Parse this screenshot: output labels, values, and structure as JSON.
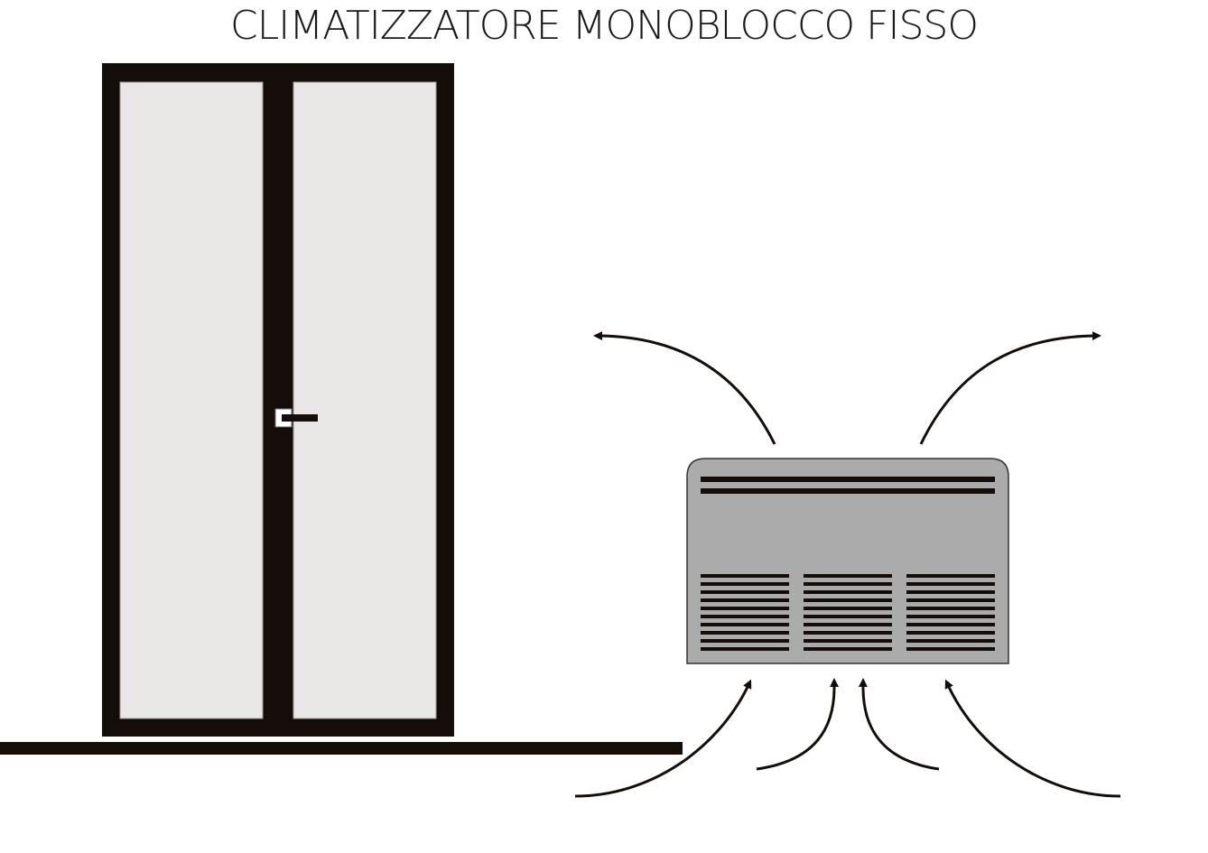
{
  "diagram": {
    "title": "CLIMATIZZATORE MONOBLOCCO FISSO"
  },
  "colors": {
    "ink": "#140d09",
    "glass": "#e8e7e5",
    "unit_body": "#ababab",
    "background": "#ffffff"
  },
  "icons": {
    "door": "double-glass-door",
    "unit": "monoblock-air-conditioner",
    "outflow_arrows": "curved-arrow-out",
    "inflow_arrows": "curved-arrow-in"
  }
}
